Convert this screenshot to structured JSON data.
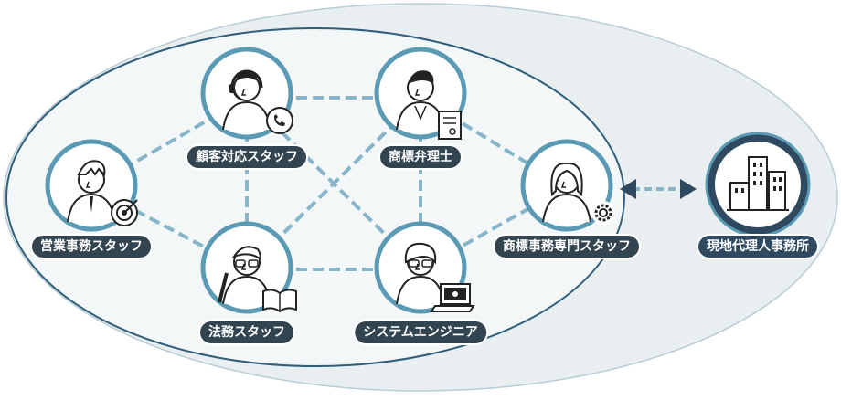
{
  "diagram": {
    "nodes": {
      "customer_support": "顧客対応スタッフ",
      "patent_attorney": "商標弁理士",
      "sales_admin": "営業事務スタッフ",
      "trademark_specialist": "商標事務専門スタッフ",
      "legal": "法務スタッフ",
      "engineer": "システムエンジニア",
      "local_agent": "現地代理人事務所"
    },
    "connection_icon": "double-arrow-icon",
    "colors": {
      "outer_ellipse": "#e9eef0",
      "inner_ellipse": "#f4f7f8",
      "ring": "#5b9ab4",
      "link": "#86b4c8",
      "label_bg": "#32444f",
      "agent_bg": "#2f4a60"
    }
  }
}
